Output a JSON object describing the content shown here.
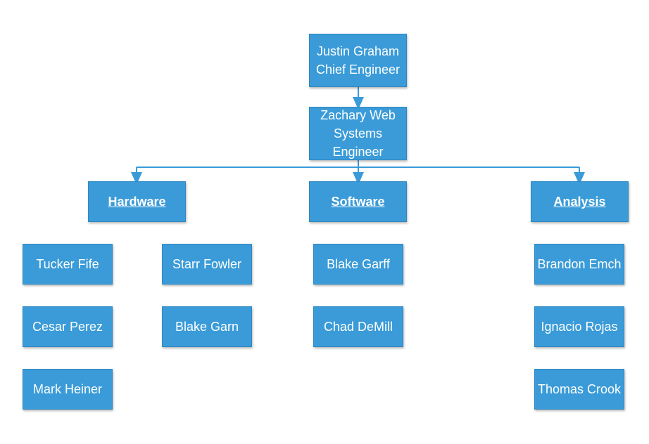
{
  "chief": {
    "name": "Justin Graham",
    "title": "Chief Engineer"
  },
  "systems": {
    "name": "Zachary Web",
    "title": "Systems Engineer"
  },
  "departments": {
    "hardware": {
      "label": "Hardware",
      "members": [
        "Tucker Fife",
        "Cesar Perez",
        "Mark Heiner",
        "Starr Fowler",
        "Blake Garn"
      ]
    },
    "software": {
      "label": "Software",
      "members": [
        "Blake Garff",
        "Chad DeMill"
      ]
    },
    "analysis": {
      "label": "Analysis",
      "members": [
        "Brandon Emch",
        "Ignacio Rojas",
        "Thomas Crook"
      ]
    }
  },
  "colors": {
    "box": "#3a9bd8",
    "line": "#3a9bd8",
    "text": "#ffffff"
  }
}
